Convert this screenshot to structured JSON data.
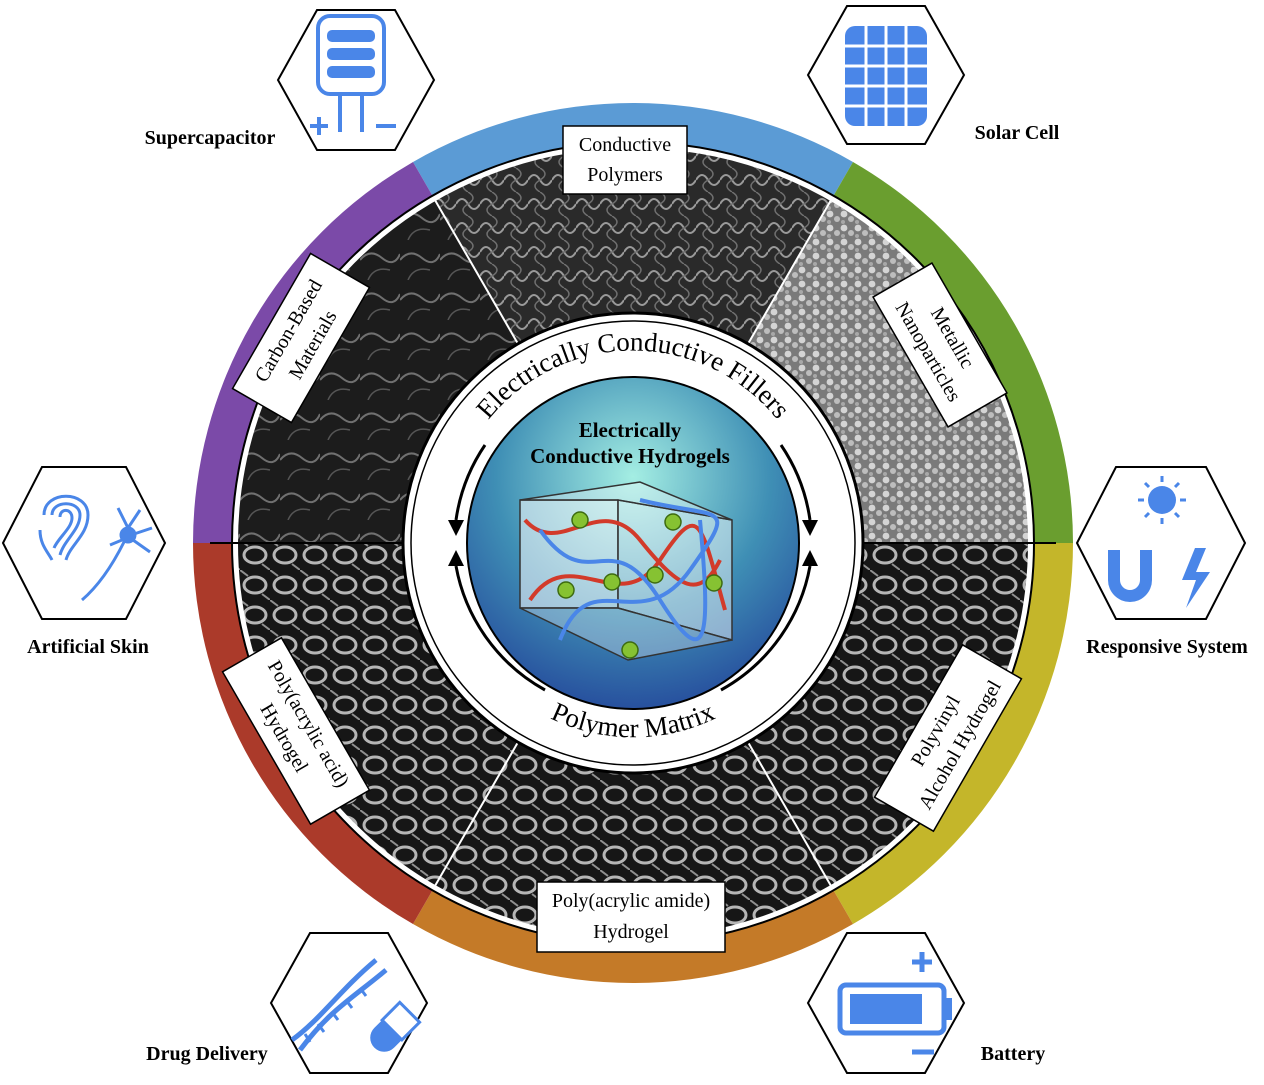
{
  "center": {
    "title_line1": "Electrically",
    "title_line2": "Conductive Hydrogels"
  },
  "inner_ring": {
    "top_arc": "Electrically Conductive Fillers",
    "bottom_arc": "Polymer Matrix"
  },
  "segments": [
    {
      "id": "conductive-polymers",
      "line1": "Conductive",
      "line2": "Polymers"
    },
    {
      "id": "metallic-nanoparticles",
      "line1": "Metallic",
      "line2": "Nanoparticles"
    },
    {
      "id": "carbon-based-materials",
      "line1": "Carbon-Based",
      "line2": "Materials"
    },
    {
      "id": "polyvinyl-alcohol-hydrogel",
      "line1": "Polyvinyl",
      "line2": "Alcohol Hydrogel"
    },
    {
      "id": "poly-acrylic-amide-hydrogel",
      "line1": "Poly(acrylic amide)",
      "line2": "Hydrogel"
    },
    {
      "id": "poly-acrylic-acid-hydrogel",
      "line1": "Poly(acrylic acid)",
      "line2": "Hydrogel"
    }
  ],
  "applications": [
    {
      "id": "supercapacitor",
      "label": "Supercapacitor",
      "icon": "supercapacitor-icon"
    },
    {
      "id": "solar-cell",
      "label": "Solar Cell",
      "icon": "solar-panel-icon"
    },
    {
      "id": "artificial-skin",
      "label": "Artificial Skin",
      "icon": "fingerprint-neuron-icon"
    },
    {
      "id": "responsive-system",
      "label": "Responsive System",
      "icon": "sun-magnet-lightning-icon"
    },
    {
      "id": "drug-delivery",
      "label": "Drug Delivery",
      "icon": "dna-capsule-icon"
    },
    {
      "id": "battery",
      "label": "Battery",
      "icon": "battery-icon"
    }
  ],
  "colors": {
    "blue_band": "#5b9bd5",
    "green_band": "#6a9e2f",
    "yellow_band": "#c4b62a",
    "orange_band": "#c47a28",
    "red_band": "#ab3a2a",
    "purple_band": "#7b4aa8",
    "icon_blue": "#4a86e8",
    "center_top": "#8fe3d9",
    "center_bottom": "#2a5aa8"
  }
}
